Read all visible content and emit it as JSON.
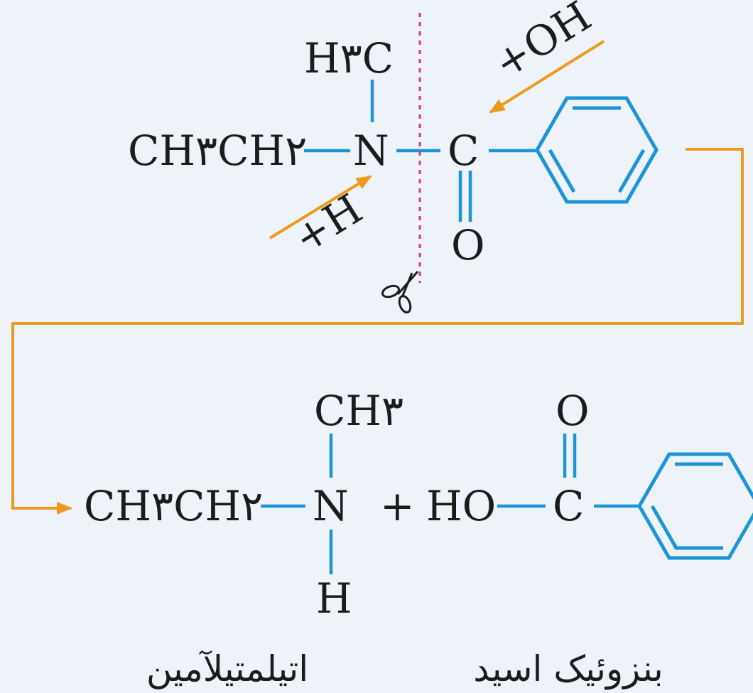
{
  "reactant": {
    "ethyl": "CH۳CH۲",
    "nitrogen": "N",
    "methyl_top": "H۳C",
    "carbonyl_carbon": "C",
    "carbonyl_oxygen": "O",
    "add_oh": "+OH",
    "add_h": "+H"
  },
  "products": {
    "amine": {
      "ethyl": "CH۳CH۲",
      "nitrogen": "N",
      "methyl_top": "CH۳",
      "hydrogen": "H",
      "name": "اتیلمتیلآمین"
    },
    "plus": "+",
    "acid": {
      "ho": "HO",
      "carbon": "C",
      "oxygen": "O",
      "name": "بنزوئیک اسید"
    }
  },
  "colors": {
    "bond": "#1c94d6",
    "arrow": "#ec9a1d",
    "cut_line": "#d63a86",
    "background": "#eef3f9"
  },
  "icons": [
    "scissors-icon",
    "benzene-ring-icon"
  ]
}
